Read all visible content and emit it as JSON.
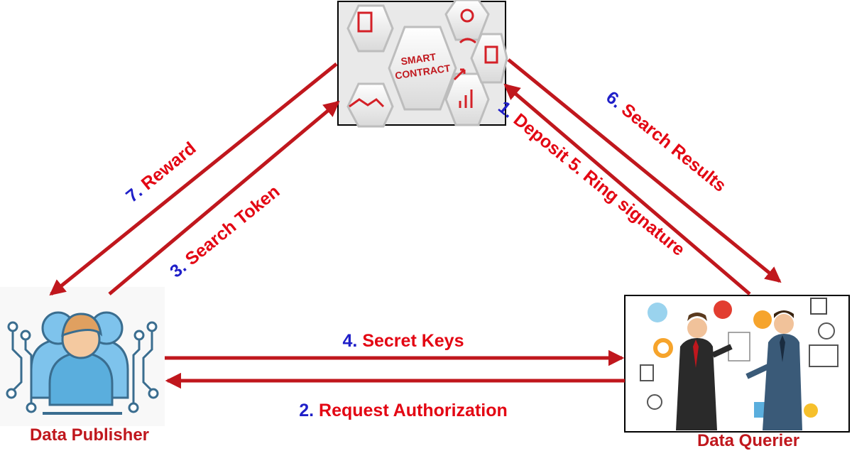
{
  "nodes": {
    "smart_contract": {
      "image_text_line1": "SMART",
      "image_text_line2": "CONTRACT"
    },
    "publisher": {
      "label": "Data Publisher"
    },
    "querier": {
      "label": "Data Querier"
    }
  },
  "edges": [
    {
      "id": "deposit",
      "num": "1.",
      "text": "Deposit"
    },
    {
      "id": "request_authorization",
      "num": "2.",
      "text": "Request Authorization"
    },
    {
      "id": "search_token",
      "num": "3.",
      "text": "Search Token"
    },
    {
      "id": "secret_keys",
      "num": "4.",
      "text": "Secret Keys"
    },
    {
      "id": "ring_signature",
      "num": "5.",
      "text": "Ring signature"
    },
    {
      "id": "search_results",
      "num": "6.",
      "text": "Search Results"
    },
    {
      "id": "reward",
      "num": "7.",
      "text": "Reward"
    }
  ],
  "colors": {
    "arrow": "#c0171d",
    "label_text": "#e30613",
    "label_number": "#1f1fc8",
    "node_caption": "#c0171d",
    "publisher_icon": "#7ec3ec",
    "publisher_icon_stroke": "#3a6d8f"
  }
}
